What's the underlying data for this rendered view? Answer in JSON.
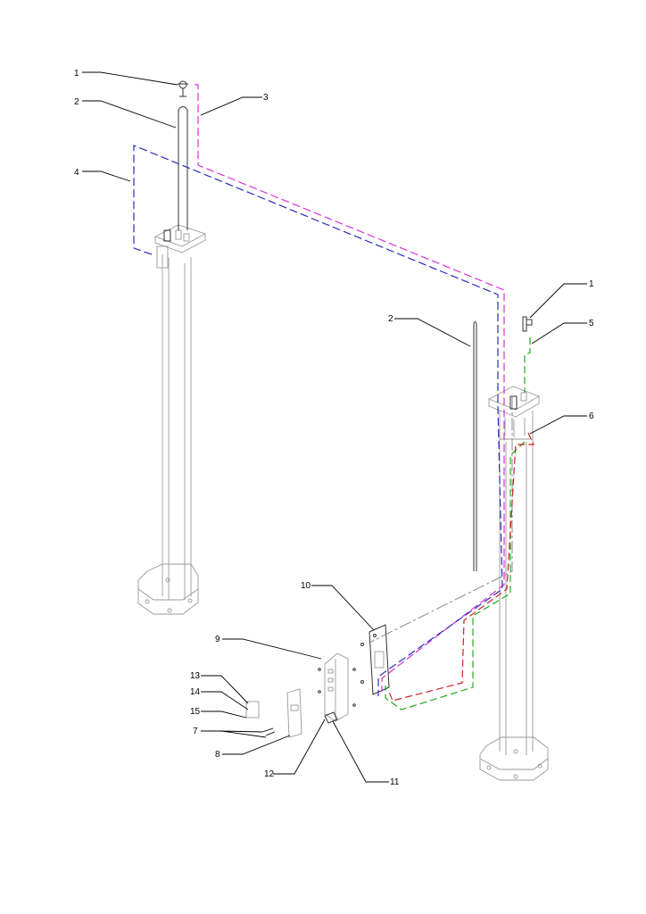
{
  "diagram": {
    "callouts": [
      {
        "id": "c1a",
        "text": "1"
      },
      {
        "id": "c2a",
        "text": "2"
      },
      {
        "id": "c3",
        "text": "3"
      },
      {
        "id": "c4",
        "text": "4"
      },
      {
        "id": "c1b",
        "text": "1"
      },
      {
        "id": "c5",
        "text": "5"
      },
      {
        "id": "c2b",
        "text": "2"
      },
      {
        "id": "c6",
        "text": "6"
      },
      {
        "id": "c10",
        "text": "10"
      },
      {
        "id": "c9",
        "text": "9"
      },
      {
        "id": "c13",
        "text": "13"
      },
      {
        "id": "c14",
        "text": "14"
      },
      {
        "id": "c15",
        "text": "15"
      },
      {
        "id": "c7",
        "text": "7"
      },
      {
        "id": "c8",
        "text": "8"
      },
      {
        "id": "c12",
        "text": "12"
      },
      {
        "id": "c11",
        "text": "11"
      }
    ],
    "cable_colors": {
      "magenta": "#d633d6",
      "blue": "#2b2bb8",
      "green": "#22aa22",
      "red": "#cc2222",
      "gray": "#888888"
    }
  }
}
